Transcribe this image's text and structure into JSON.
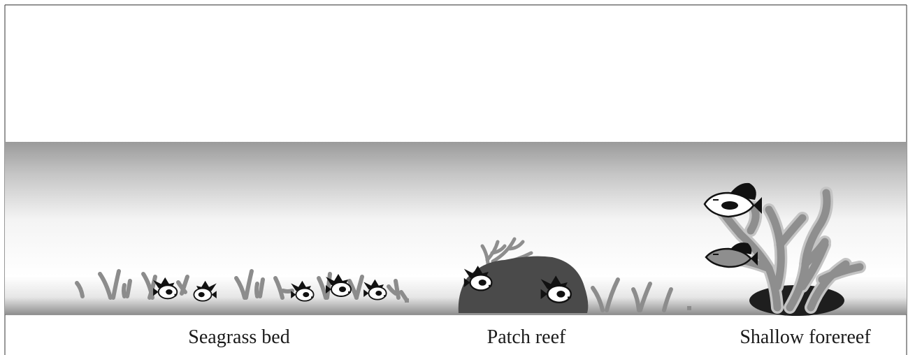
{
  "habitats": [
    {
      "label": "Seagrass bed"
    },
    {
      "label": "Patch reef"
    },
    {
      "label": "Shallow forereef"
    }
  ],
  "colors": {
    "water_top": "#9a9a9a",
    "water_mid": "#ffffff",
    "seafloor": "#8f8f8f",
    "seagrass": "#8c8c8c",
    "patch_rock": "#4a4a4a",
    "coral": "#8e8e8e",
    "coral_outline": "#c4c4c4",
    "reef_base": "#1e1e1e",
    "frame": "#555555"
  },
  "icons": [
    "fish-icon",
    "seagrass-blade-icon",
    "branching-coral-icon"
  ]
}
